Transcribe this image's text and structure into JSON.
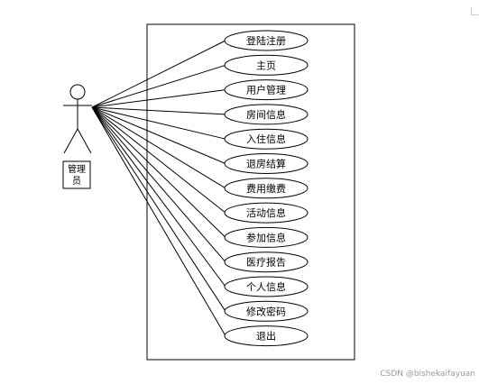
{
  "actor": {
    "label_line1": "管理",
    "label_line2": "员"
  },
  "use_cases": [
    {
      "label": "登陆注册"
    },
    {
      "label": "主页"
    },
    {
      "label": "用户管理"
    },
    {
      "label": "房间信息"
    },
    {
      "label": "入住信息"
    },
    {
      "label": "退房结算"
    },
    {
      "label": "费用缴费"
    },
    {
      "label": "活动信息"
    },
    {
      "label": "参加信息"
    },
    {
      "label": "医疗报告"
    },
    {
      "label": "个人信息"
    },
    {
      "label": "修改密码"
    },
    {
      "label": "退出"
    }
  ],
  "watermark": "CSDN @bishekaifayuan",
  "colors": {
    "stroke": "#000000",
    "background": "#ffffff",
    "watermark": "#9a9a9a"
  }
}
